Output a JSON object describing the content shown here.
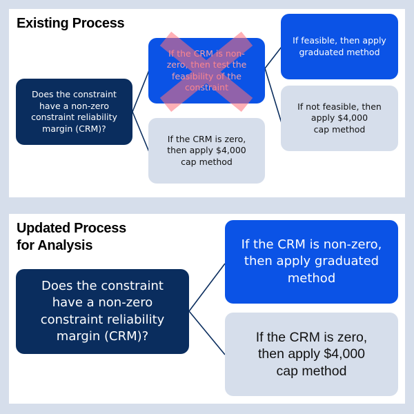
{
  "existing_process": {
    "title": "Existing Process",
    "question": "Does the constraint\nhave a non-zero\nconstraint reliability\nmargin (CRM)?",
    "nonzero_branch": "If the CRM is non-\nzero, then test the\nfeasibility of the\nconstraint",
    "nonzero_branch_status": "crossed-out",
    "zero_branch": "If the CRM is zero,\nthen apply $4,000\ncap method",
    "feasible_branch": "If feasible, then apply\ngraduated method",
    "not_feasible_branch": "If not feasible, then\napply $4,000\ncap method"
  },
  "updated_process": {
    "title": "Updated Process\nfor Analysis",
    "question": "Does the constraint\nhave a non-zero\nconstraint reliability\nmargin (CRM)?",
    "nonzero_branch": "If the CRM is non-zero,\nthen apply graduated\nmethod",
    "zero_branch": "If the CRM is zero,\nthen apply $4,000\ncap method"
  },
  "colors": {
    "background": "#d6deeb",
    "question_box": "#0a2d5e",
    "accent_blue": "#0b53e6",
    "neutral_box": "#d6deeb",
    "connector": "#0a2d5e",
    "cross_out": "#ff6f7a"
  }
}
